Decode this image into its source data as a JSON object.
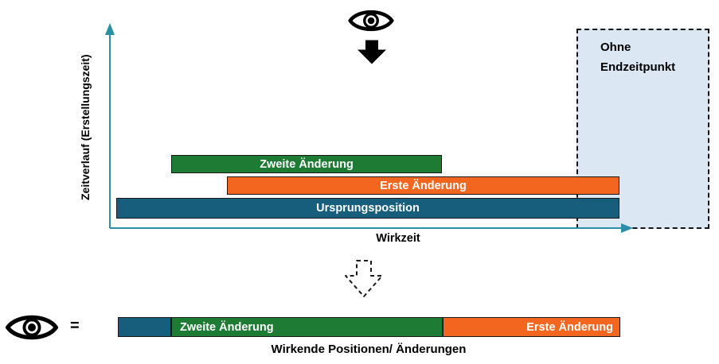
{
  "chart": {
    "y_axis_label": "Zeitverlauf (Erstellungszeit)",
    "x_axis_label": "Wirkzeit",
    "open_end_label": "Ohne Endzeitpunkt",
    "bars": [
      {
        "label": "Zweite Änderung",
        "color": "#1E7B34"
      },
      {
        "label": "Erste Änderung",
        "color": "#F2661F"
      },
      {
        "label": "Ursprungsposition",
        "color": "#175E7D"
      }
    ]
  },
  "icons": {
    "observer": "eye-icon",
    "view_direction": "down-arrow-solid-icon",
    "transform": "down-arrow-dashed-icon"
  },
  "result": {
    "equals_sign": "=",
    "segments": [
      {
        "label": "",
        "color": "#175E7D"
      },
      {
        "label": "Zweite Änderung",
        "color": "#1E7B34"
      },
      {
        "label": "Erste Änderung",
        "color": "#F2661F"
      }
    ],
    "caption": "Wirkende Positionen/ Änderungen"
  },
  "colors": {
    "green": "#1E7B34",
    "orange": "#F2661F",
    "teal": "#175E7D",
    "axis": "#2A8FA6",
    "open_end_fill": "#D8E5F2"
  }
}
